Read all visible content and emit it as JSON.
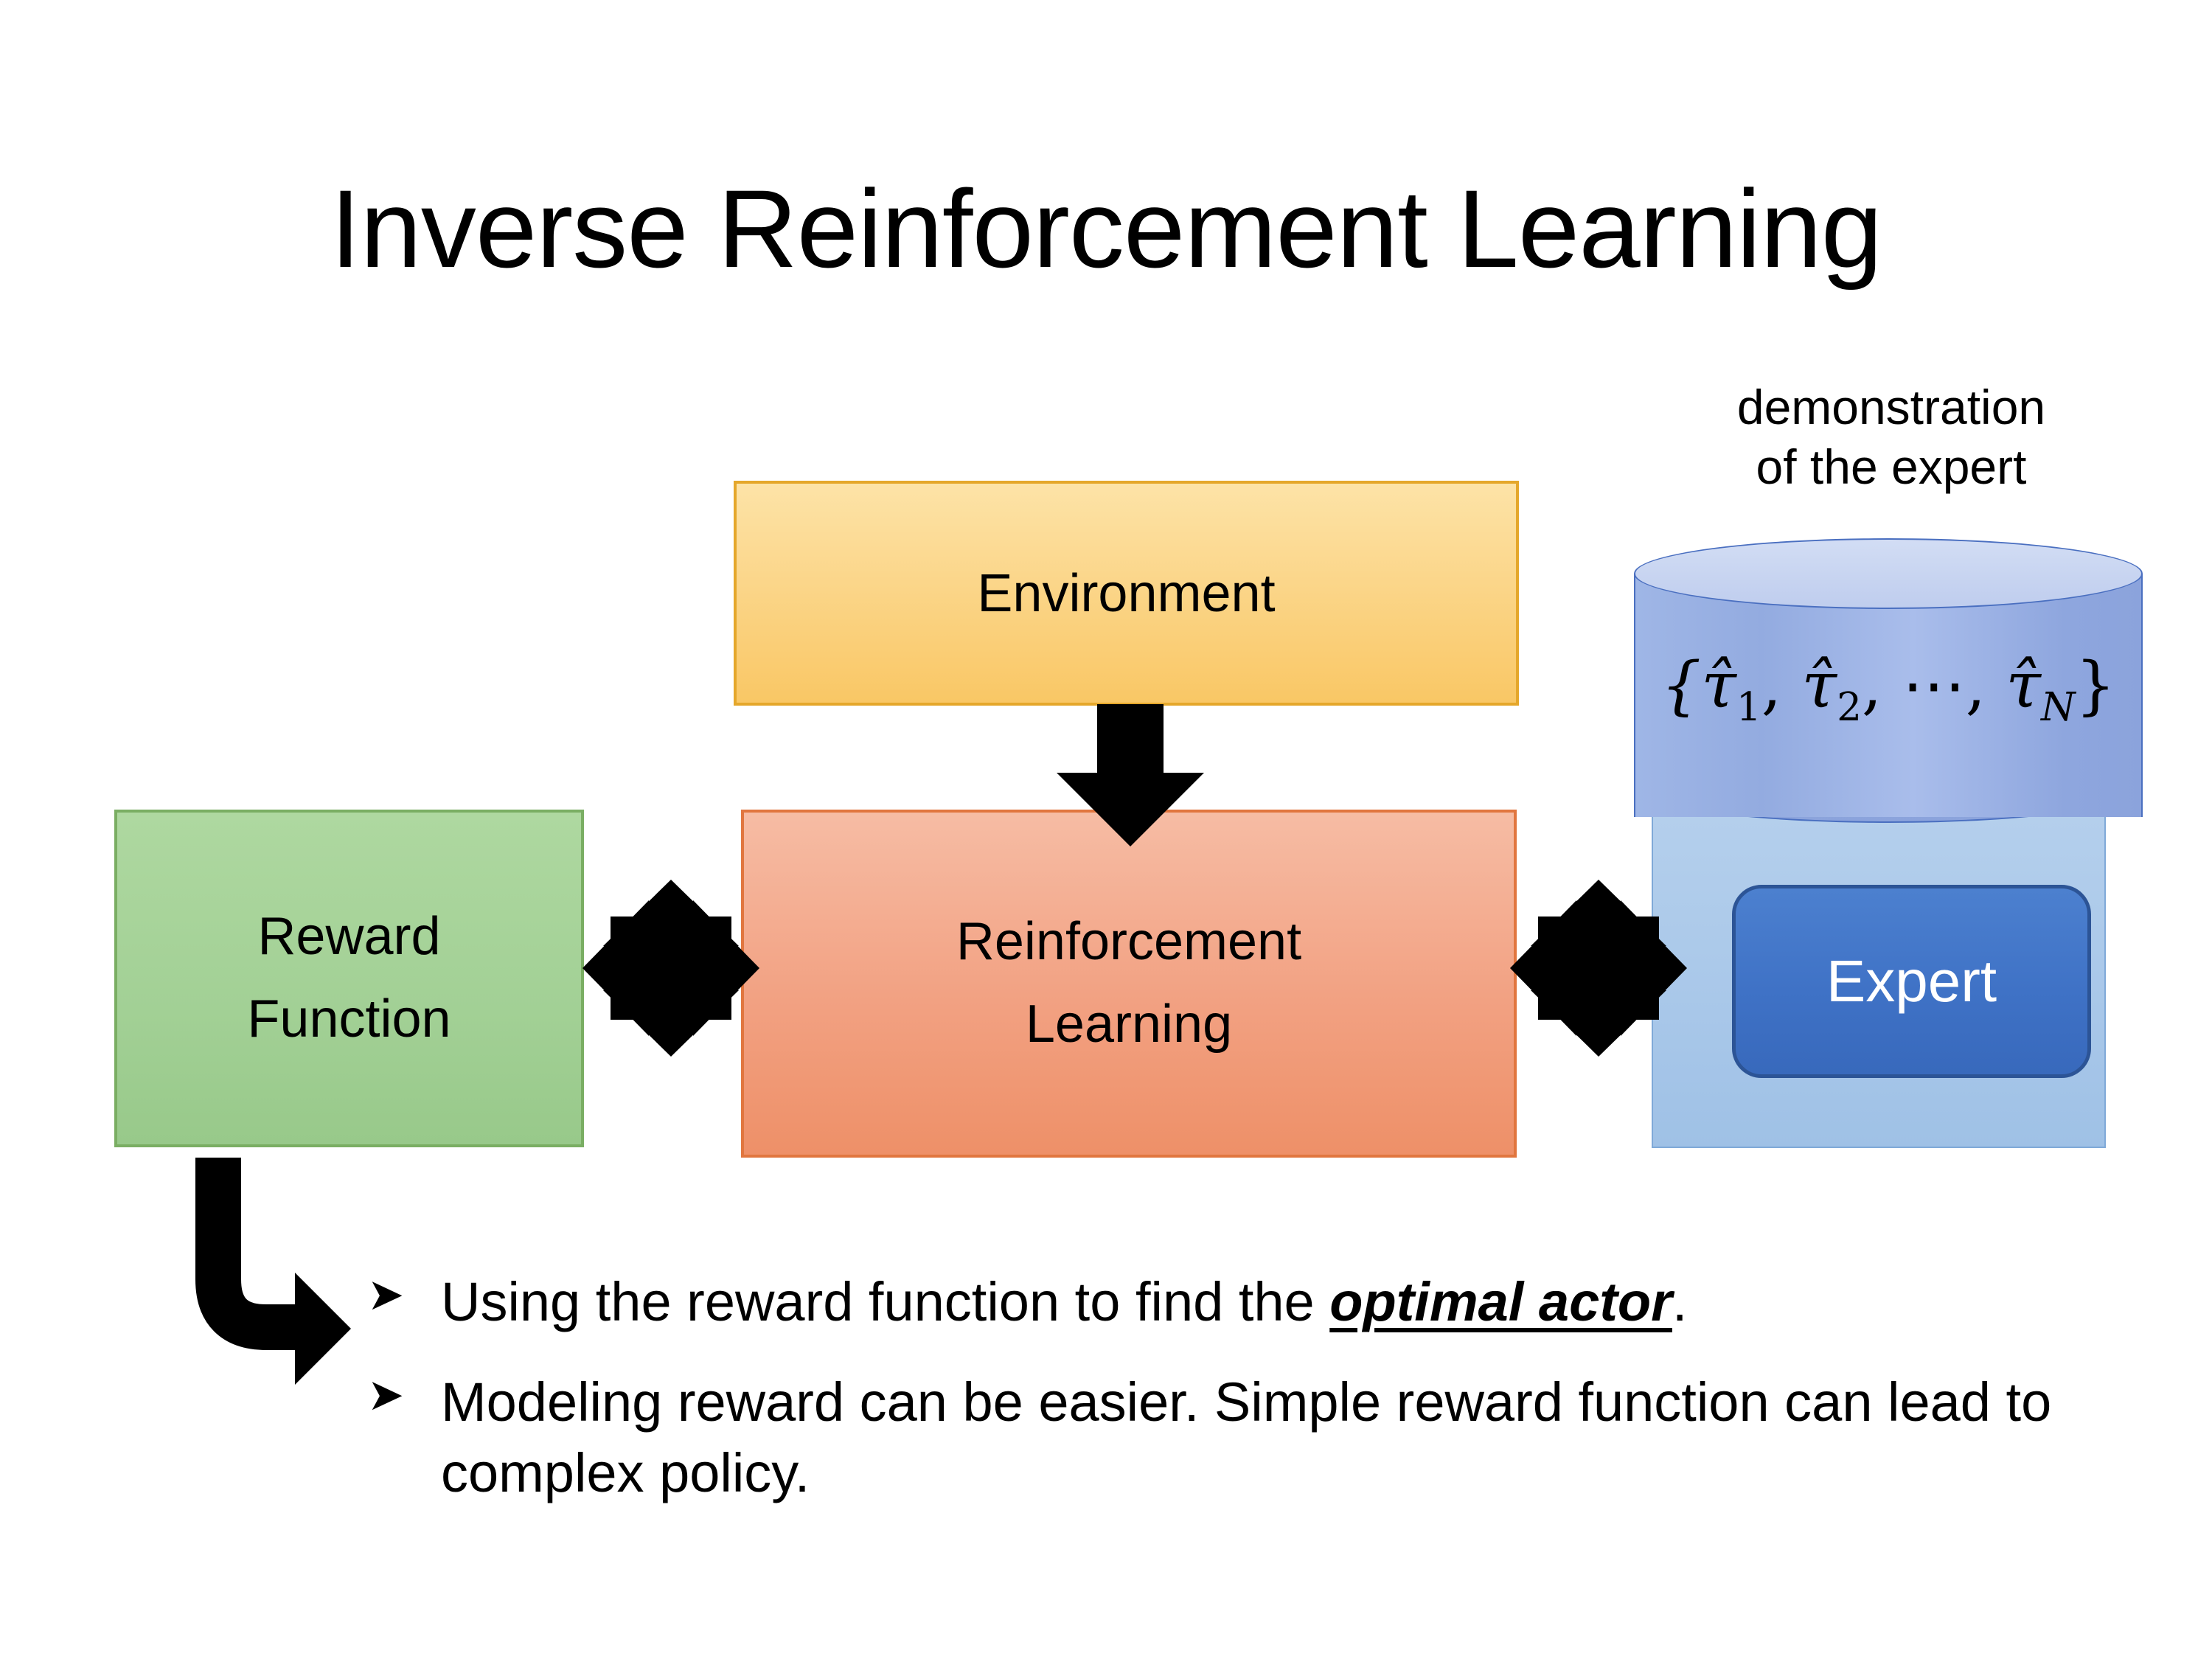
{
  "slide": {
    "title": "Inverse Reinforcement Learning",
    "background_color": "#FFFFFF"
  },
  "diagram": {
    "environment": {
      "label": "Environment",
      "fill_color": "#FBD68A",
      "border_color": "#E5A72B"
    },
    "reinforcement_learning": {
      "label_line1": "Reinforcement",
      "label_line2": "Learning",
      "fill_color": "#F2A182",
      "border_color": "#E1763F"
    },
    "reward_function": {
      "label_line1": "Reward",
      "label_line2": "Function",
      "fill_color": "#A2D095",
      "border_color": "#7AAE63"
    },
    "expert_panel": {
      "caption_line1": "demonstration",
      "caption_line2": "of the expert",
      "trajectories_open": "{",
      "trajectories_tau1": "τ̂",
      "trajectories_sub1": "1",
      "trajectories_comma1": ", ",
      "trajectories_tau2": "τ̂",
      "trajectories_sub2": "2",
      "trajectories_comma2": ", ",
      "trajectories_dots": "⋯",
      "trajectories_comma3": ", ",
      "trajectories_tauN": "τ̂",
      "trajectories_subN": "N",
      "trajectories_close": "}",
      "expert_label": "Expert",
      "panel_fill_color": "#A8C7E9",
      "cylinder_fill_color": "#93ABE0",
      "expert_fill_color": "#3F72C6",
      "expert_text_color": "#FFFFFF"
    },
    "connectors": {
      "environment_to_rl": "down-arrow",
      "reward_to_rl": "quad-arrow",
      "rl_to_expert": "quad-arrow",
      "reward_to_bullets": "elbow-arrow",
      "arrow_color": "#000000"
    }
  },
  "bullets": [
    {
      "marker": "➤",
      "text_before": "Using the reward function to find the ",
      "emphasis": "optimal actor",
      "text_after": "."
    },
    {
      "marker": "➤",
      "text_before": "Modeling reward can be easier. Simple reward function can lead to complex policy.",
      "emphasis": "",
      "text_after": ""
    }
  ]
}
